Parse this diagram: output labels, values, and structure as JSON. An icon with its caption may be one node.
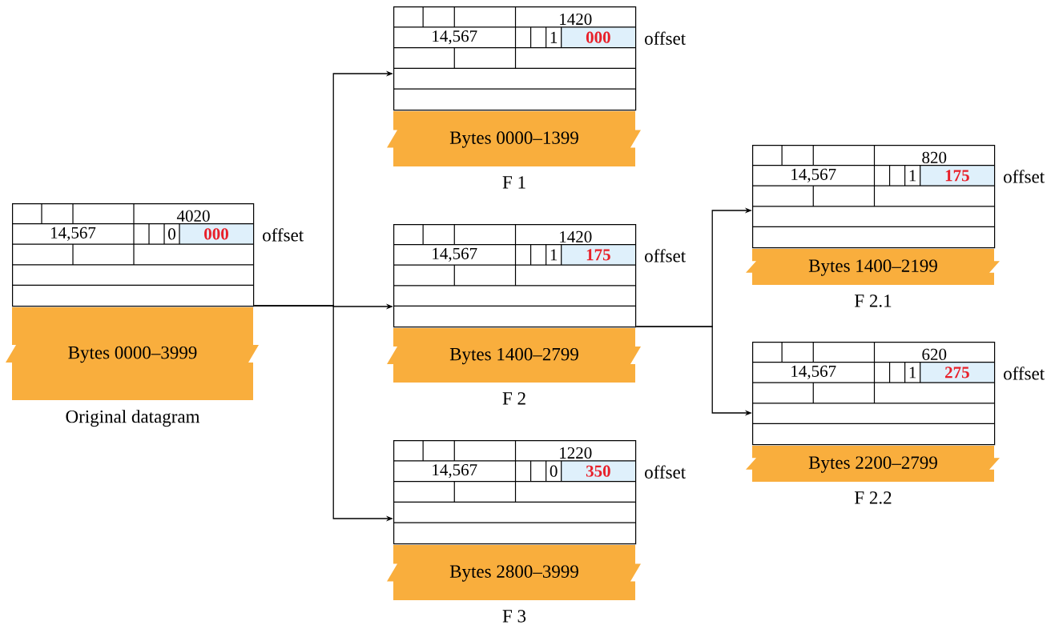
{
  "diagram": {
    "nodes": [
      {
        "text": [
          "4020",
          "14,567",
          "0",
          "000"
        ],
        "beside": [
          "offset"
        ]
      },
      {
        "text": [
          "Bytes 0000–3999"
        ],
        "beside": [
          "Original datagram"
        ]
      },
      {
        "text": [
          "1420",
          "14,567",
          "1",
          "000"
        ],
        "beside": [
          "offset"
        ]
      },
      {
        "text": [
          "Bytes 0000–1399"
        ],
        "beside": [
          "F 1"
        ]
      },
      {
        "text": [
          "1420",
          "14,567",
          "1",
          "175"
        ],
        "beside": [
          "offset"
        ]
      },
      {
        "text": [
          "Bytes 1400–2799"
        ],
        "beside": [
          "F 2"
        ]
      },
      {
        "text": [
          "1220",
          "14,567",
          "0",
          "350"
        ],
        "beside": [
          "offset"
        ]
      },
      {
        "text": [
          "Bytes 2800–3999"
        ],
        "beside": [
          "F 3"
        ]
      },
      {
        "text": [
          "820",
          "14,567",
          "1",
          "175"
        ],
        "beside": [
          "offset"
        ]
      },
      {
        "text": [
          "Bytes 1400–2199"
        ],
        "beside": [
          "F 2.1"
        ]
      },
      {
        "text": [
          "620",
          "14,567",
          "1",
          "275"
        ],
        "beside": [
          "offset"
        ]
      },
      {
        "text": [
          "Bytes 2200–2799"
        ],
        "beside": [
          "F 2.2"
        ]
      }
    ],
    "edges": [
      {
        "from": 0,
        "to": 2,
        "arrow": "to"
      },
      {
        "from": 0,
        "to": 4,
        "arrow": "to"
      },
      {
        "from": 0,
        "to": 6,
        "arrow": "to"
      },
      {
        "from": 4,
        "to": 8,
        "arrow": "to"
      },
      {
        "from": 4,
        "to": 10,
        "arrow": "to"
      }
    ]
  }
}
